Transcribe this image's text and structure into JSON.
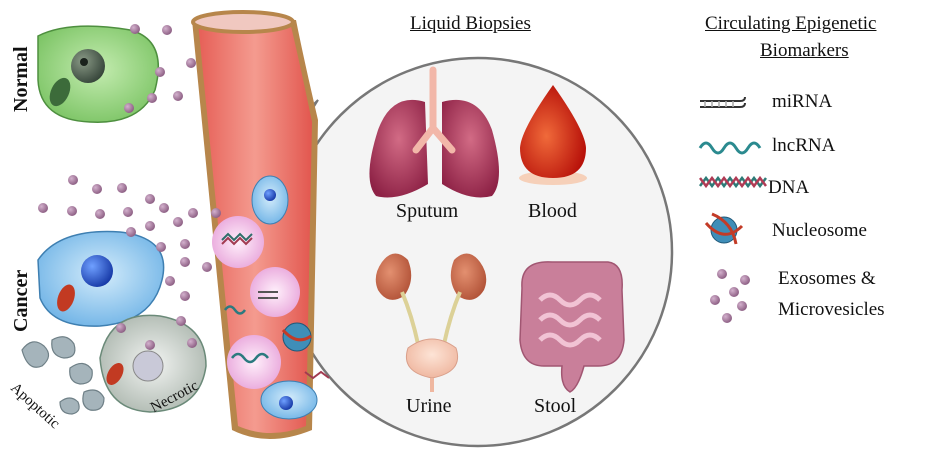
{
  "left_labels": {
    "normal": "Normal",
    "cancer": "Cancer",
    "apoptotic": "Apoptotic",
    "necrotic": "Necrotic"
  },
  "liquid_biopsies": {
    "title": "Liquid Biopsies",
    "sputum": "Sputum",
    "blood": "Blood",
    "urine": "Urine",
    "stool": "Stool"
  },
  "biomarkers": {
    "title_line1": "Circulating Epigenetic",
    "title_line2": "Biomarkers",
    "items": [
      {
        "icon": "mirna-icon",
        "label": "miRNA"
      },
      {
        "icon": "lncrna-icon",
        "label": "lncRNA"
      },
      {
        "icon": "dna-icon",
        "label": "DNA"
      },
      {
        "icon": "nucleosome-icon",
        "label": "Nucleosome"
      },
      {
        "icon": "exosome-icon",
        "label": "Exosomes &"
      }
    ],
    "exosome_line2": "Microvesicles"
  },
  "colors": {
    "vessel": "#e8766f",
    "vessel_wall": "#b5472f",
    "normal_cell": "#8fcf7a",
    "cancer_cell": "#8dc5ee",
    "exosome": "#a8789d",
    "lung": "#a8395a",
    "blood": "#c61e12",
    "kidney": "#c8684a",
    "intestine": "#d98bb2"
  }
}
